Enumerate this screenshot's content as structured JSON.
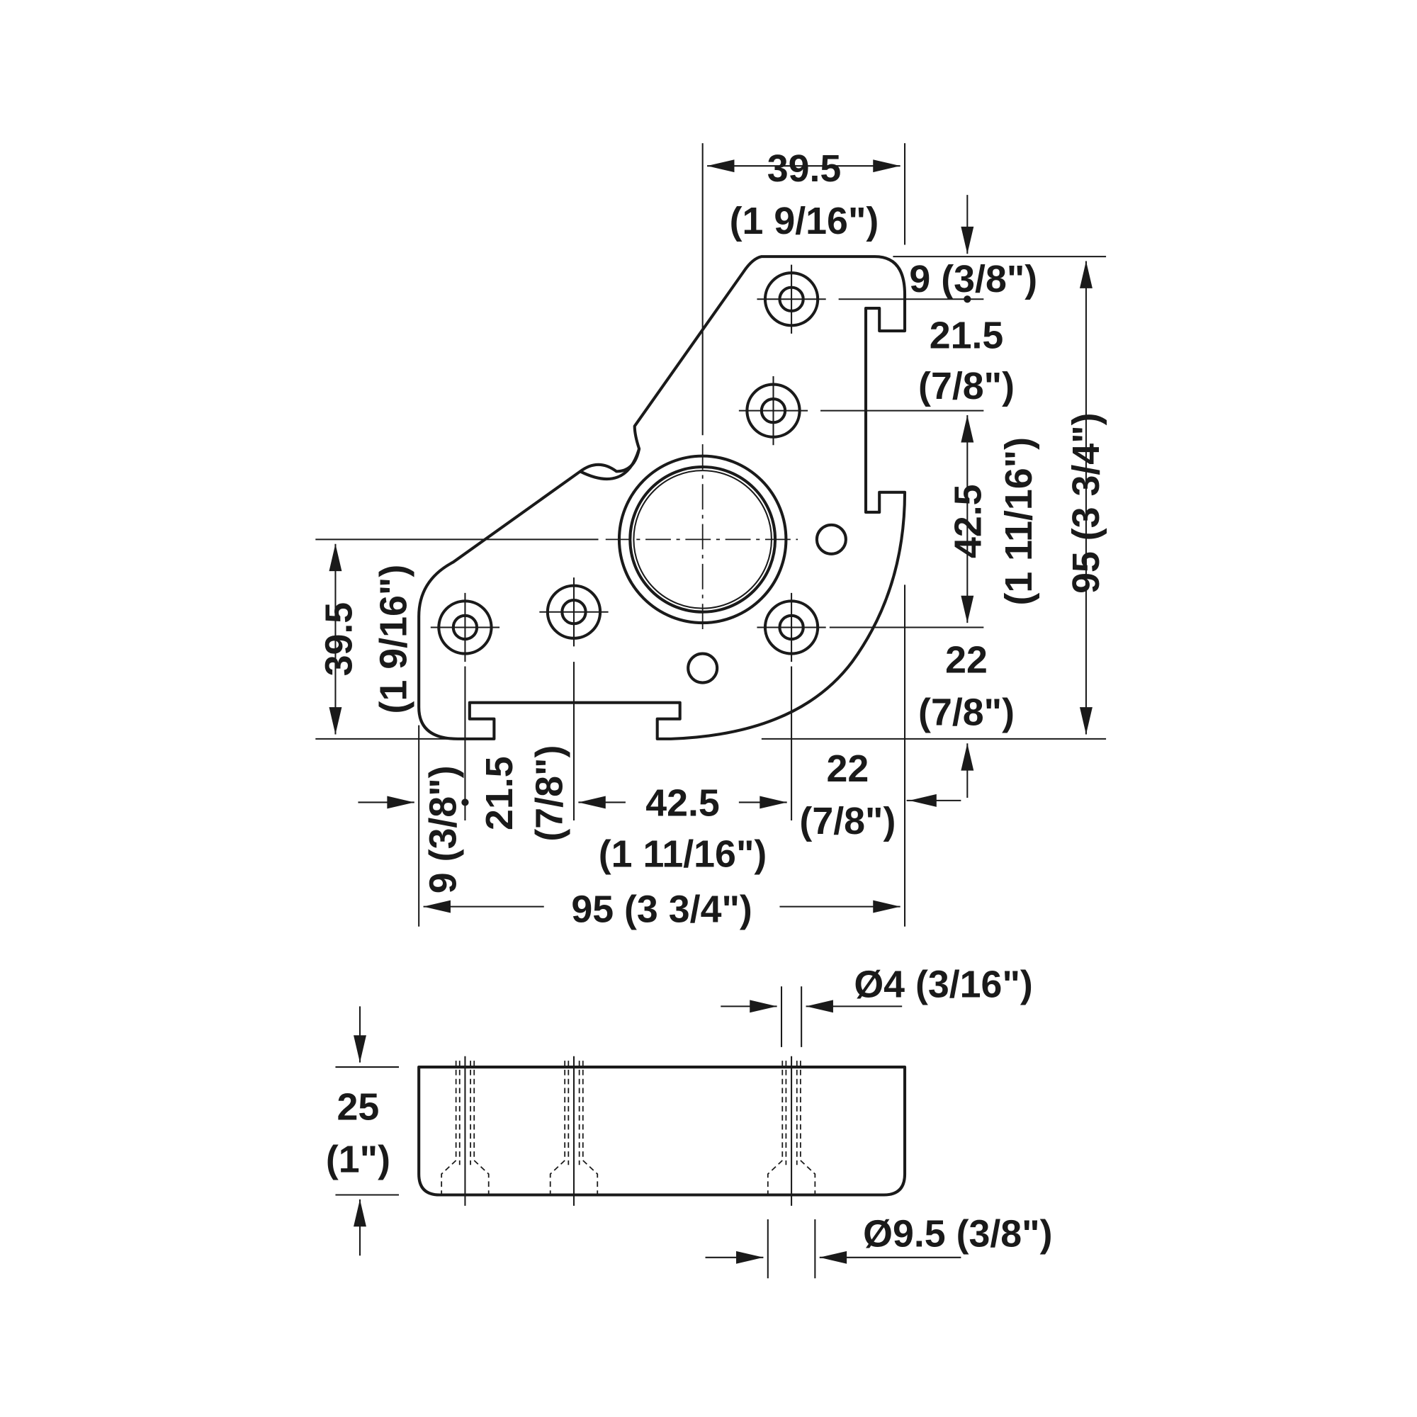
{
  "top_view": {
    "dim_top_width": {
      "value": "39.5",
      "imperial": "(1 9/16\")"
    },
    "dim_top_offset": "9 (3/8\")",
    "dim_right_upper": {
      "value": "21.5",
      "imperial": "(7/8\")"
    },
    "dim_right_middle": {
      "value": "42.5",
      "imperial": "(1 11/16\")"
    },
    "dim_right_lower": {
      "value": "22",
      "imperial": "(7/8\")"
    },
    "dim_total_height": "95 (3 3/4\")",
    "dim_left_height": {
      "value": "39.5",
      "imperial": "(1 9/16\")"
    },
    "dim_bottom_left_offset": "9 (3/8\")",
    "dim_bottom_21": {
      "value": "21.5",
      "imperial": "(7/8\")"
    },
    "dim_bottom_middle": {
      "value": "42.5",
      "imperial": "(1 11/16\")"
    },
    "dim_bottom_right": {
      "value": "22",
      "imperial": "(7/8\")"
    },
    "dim_total_width": "95 (3 3/4\")"
  },
  "side_view": {
    "dim_height": {
      "value": "25",
      "imperial": "(1\")"
    },
    "dim_screw": "Ø4 (3/16\")",
    "dim_counterbore": "Ø9.5 (3/8\")"
  }
}
